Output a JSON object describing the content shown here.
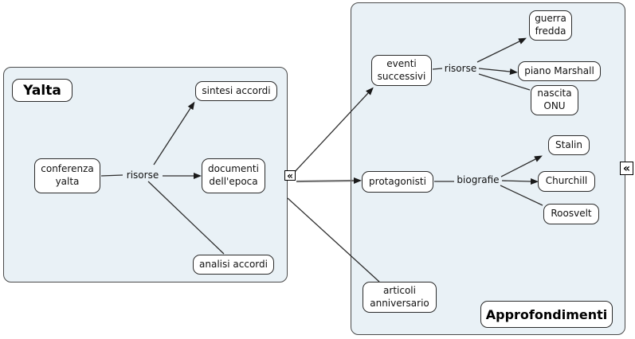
{
  "canvas": {
    "background": "#ffffff",
    "container_fill": "#e9f1f6",
    "node_fill": "#ffffff",
    "line_color": "#2e2e2e",
    "border_color": "#2b2b2b"
  },
  "containers": {
    "yalta": {
      "title": "Yalta"
    },
    "approfondimenti": {
      "title": "Approfondimenti"
    }
  },
  "nodes": {
    "conferenza_yalta": "conferenza\nyalta",
    "sintesi_accordi": "sintesi accordi",
    "documenti_epoca": "documenti\ndell'epoca",
    "analisi_accordi": "analisi accordi",
    "eventi_successivi": "eventi\nsuccessivi",
    "guerra_fredda": "guerra\nfredda",
    "piano_marshall": "piano Marshall",
    "nascita_onu": "nascita\nONU",
    "protagonisti": "protagonisti",
    "stalin": "Stalin",
    "churchill": "Churchill",
    "roosvelt": "Roosvelt",
    "articoli_anniversario": "articoli\nanniversario"
  },
  "linking_phrases": {
    "risorse_left": "risorse",
    "risorse_right": "risorse",
    "biografie": "biografie"
  },
  "icons": {
    "collapse_left": "«",
    "collapse_right": "«"
  },
  "edges": [
    {
      "id": "e1",
      "from": "conferenza yalta",
      "to": "risorse (Yalta)",
      "arrow": false
    },
    {
      "id": "e2",
      "from": "risorse (Yalta)",
      "to": "documenti dell'epoca",
      "arrow": true
    },
    {
      "id": "e3",
      "from": "risorse (Yalta)",
      "to": "sintesi accordi",
      "arrow": true
    },
    {
      "id": "e4",
      "from": "risorse (Yalta)",
      "to": "analisi accordi",
      "arrow": false
    },
    {
      "id": "e5",
      "from": "Yalta map edge",
      "to": "eventi successivi",
      "arrow": true
    },
    {
      "id": "e6",
      "from": "Yalta map edge",
      "to": "protagonisti",
      "arrow": true
    },
    {
      "id": "e7",
      "from": "Yalta map edge",
      "to": "articoli anniversario",
      "arrow": false
    },
    {
      "id": "e8",
      "from": "eventi successivi",
      "to": "risorse (Approfondimenti)",
      "arrow": false
    },
    {
      "id": "e9",
      "from": "risorse (Approfondimenti)",
      "to": "guerra fredda",
      "arrow": true
    },
    {
      "id": "e10",
      "from": "risorse (Approfondimenti)",
      "to": "piano Marshall",
      "arrow": true
    },
    {
      "id": "e11",
      "from": "risorse (Approfondimenti)",
      "to": "nascita ONU",
      "arrow": false
    },
    {
      "id": "e12",
      "from": "protagonisti",
      "to": "biografie",
      "arrow": false
    },
    {
      "id": "e13",
      "from": "biografie",
      "to": "Stalin",
      "arrow": true
    },
    {
      "id": "e14",
      "from": "biografie",
      "to": "Churchill",
      "arrow": true
    },
    {
      "id": "e15",
      "from": "biografie",
      "to": "Roosvelt",
      "arrow": false
    }
  ]
}
